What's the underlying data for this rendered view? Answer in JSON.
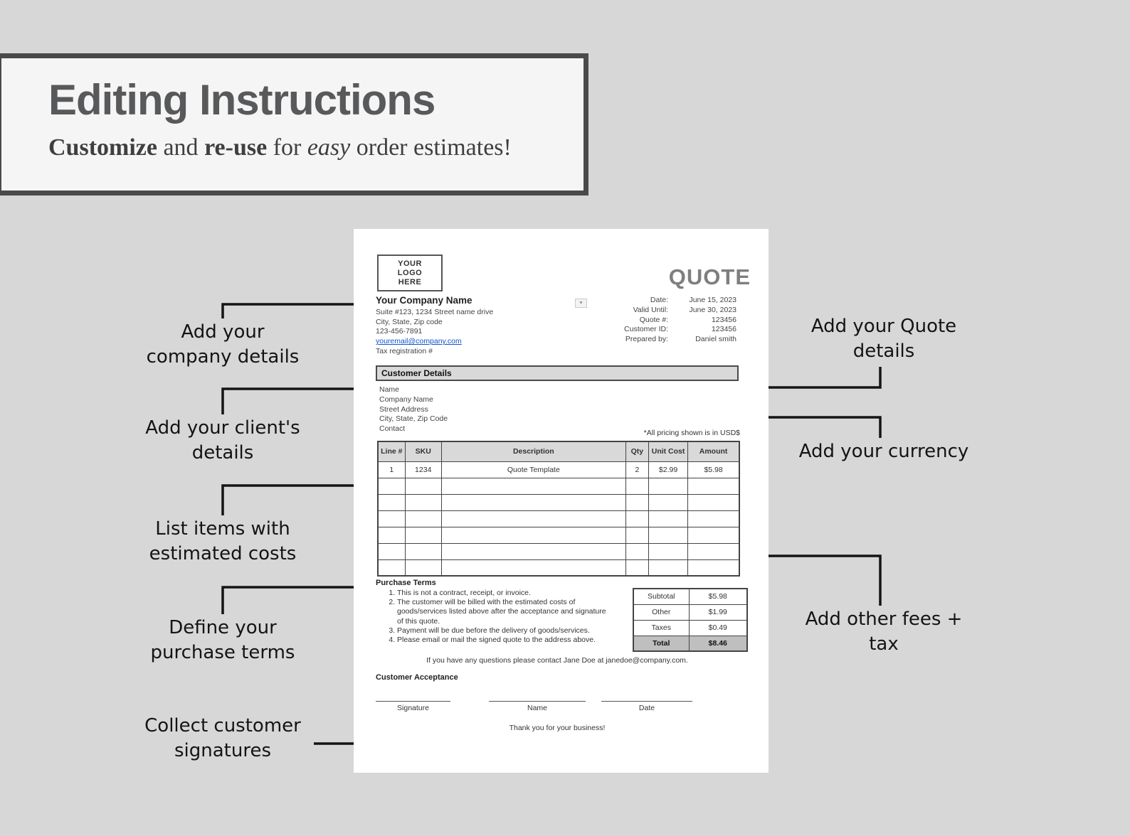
{
  "colors": {
    "background": "#d7d7d7",
    "header_box_bg": "#f5f5f5",
    "header_box_border": "#4a4a4a",
    "header_title_text": "#58595b",
    "annotation_text": "#141414",
    "page_bg": "#ffffff",
    "table_header_bg": "#d9d9d9",
    "total_row_bg": "#bfbfbf",
    "quote_title_text": "#7f7f7f",
    "link": "#1155cc"
  },
  "header": {
    "title": "Editing Instructions",
    "subtitle": {
      "bold1": "Customize",
      "mid1": " and ",
      "bold2": "re-use",
      "mid2": " for ",
      "italic": "easy",
      "tail": " order estimates!"
    }
  },
  "annotations": {
    "company": {
      "line1": "Add your",
      "line2": "company details"
    },
    "client": {
      "line1": "Add your client's",
      "line2": "details"
    },
    "items": {
      "line1": "List items with",
      "line2": "estimated costs"
    },
    "terms": {
      "line1": "Define your",
      "line2": "purchase terms"
    },
    "signatures": {
      "line1": "Collect customer",
      "line2": "signatures"
    },
    "quote_details": {
      "line1": "Add your Quote",
      "line2": "details"
    },
    "currency": {
      "line1": "Add your currency"
    },
    "fees": {
      "line1": "Add other fees +",
      "line2": "tax"
    }
  },
  "quote": {
    "logo": {
      "line1": "YOUR",
      "line2": "LOGO",
      "line3": "HERE"
    },
    "title": "QUOTE",
    "dropdown_glyph": "▼",
    "company": {
      "name": "Your Company Name",
      "address1": "Suite #123, 1234 Street name drive",
      "address2": "City, State, Zip code",
      "phone": "123-456-7891",
      "email": "youremail@company.com",
      "tax": "Tax registration #"
    },
    "info": [
      {
        "label": "Date:",
        "value": "June 15, 2023"
      },
      {
        "label": "Valid Until:",
        "value": "June 30, 2023"
      },
      {
        "label": "Quote #:",
        "value": "123456"
      },
      {
        "label": "Customer ID:",
        "value": "123456"
      },
      {
        "label": "Prepared by:",
        "value": "Daniel smith"
      }
    ],
    "customer_details": {
      "heading": "Customer Details",
      "lines": [
        "Name",
        "Company Name",
        "Street Address",
        "City, State, Zip Code",
        "Contact"
      ]
    },
    "pricing_note": "*All pricing shown is in USD$",
    "items_table": {
      "headers": [
        "Line #",
        "SKU",
        "Description",
        "Qty",
        "Unit Cost",
        "Amount"
      ],
      "rows": [
        [
          "1",
          "1234",
          "Quote Template",
          "2",
          "$2.99",
          "$5.98"
        ]
      ],
      "empty_rows": 6
    },
    "terms": {
      "heading": "Purchase Terms",
      "items": [
        "This is not a contract, receipt, or invoice.",
        "The customer will be billed with the estimated costs of goods/services listed above after the acceptance and signature of this quote.",
        "Payment will be due before the delivery of goods/services.",
        "Please email or mail the signed quote to the address above."
      ]
    },
    "totals": [
      {
        "label": "Subtotal",
        "value": "$5.98"
      },
      {
        "label": "Other",
        "value": "$1.99"
      },
      {
        "label": "Taxes",
        "value": "$0.49"
      },
      {
        "label": "Total",
        "value": "$8.46"
      }
    ],
    "contact_note": "If you have any questions please contact Jane Doe at janedoe@company.com.",
    "acceptance": {
      "heading": "Customer Acceptance",
      "fields": [
        "Signature",
        "Name",
        "Date"
      ]
    },
    "thanks": "Thank you for your business!"
  }
}
